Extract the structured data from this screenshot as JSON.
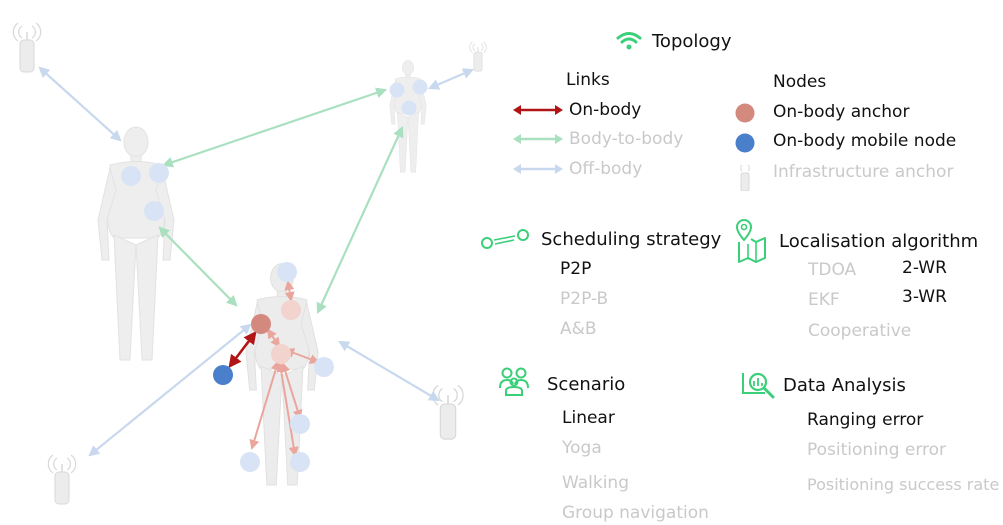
{
  "colors": {
    "accent_green": "#3bcf7a",
    "on_body_red": "#b01414",
    "body_to_body_green": "#a9e0bf",
    "off_body_blue": "#c8d8ee",
    "anchor_node": "#d4897f",
    "mobile_node": "#4a7fcc",
    "faded_text": "#c9c9c9"
  },
  "icons": {
    "topology": "wifi-icon",
    "scheduling": "link-nodes-icon",
    "localisation": "map-pin-icon",
    "scenario": "people-group-icon",
    "analysis": "magnifier-chart-icon",
    "infrastructure": "antenna-tower-icon"
  },
  "legend": {
    "topology": {
      "title": "Topology",
      "links_header": "Links",
      "links": [
        {
          "label": "On-body",
          "active": true
        },
        {
          "label": "Body-to-body",
          "active": false
        },
        {
          "label": "Off-body",
          "active": false
        }
      ],
      "nodes_header": "Nodes",
      "nodes": [
        {
          "label": "On-body anchor",
          "active": true
        },
        {
          "label": "On-body mobile node",
          "active": true
        },
        {
          "label": "Infrastructure anchor",
          "active": false
        }
      ]
    },
    "scheduling": {
      "title": "Scheduling strategy",
      "items": [
        {
          "label": "P2P",
          "active": true
        },
        {
          "label": "P2P-B",
          "active": false
        },
        {
          "label": "A&B",
          "active": false
        }
      ]
    },
    "localisation": {
      "title": "Localisation algorithm",
      "left": [
        {
          "label": "TDOA",
          "active": false
        },
        {
          "label": "EKF",
          "active": false
        },
        {
          "label": "Cooperative",
          "active": false
        }
      ],
      "right": [
        {
          "label": "2-WR",
          "active": true
        },
        {
          "label": "3-WR",
          "active": true
        }
      ]
    },
    "scenario": {
      "title": "Scenario",
      "items": [
        {
          "label": "Linear",
          "active": true
        },
        {
          "label": "Yoga",
          "active": false
        },
        {
          "label": "Walking",
          "active": false
        },
        {
          "label": "Group navigation",
          "active": false
        }
      ]
    },
    "analysis": {
      "title": "Data Analysis",
      "items": [
        {
          "label": "Ranging error",
          "active": true
        },
        {
          "label": "Positioning error",
          "active": false
        },
        {
          "label": "Positioning success rate",
          "active": false
        }
      ]
    }
  }
}
